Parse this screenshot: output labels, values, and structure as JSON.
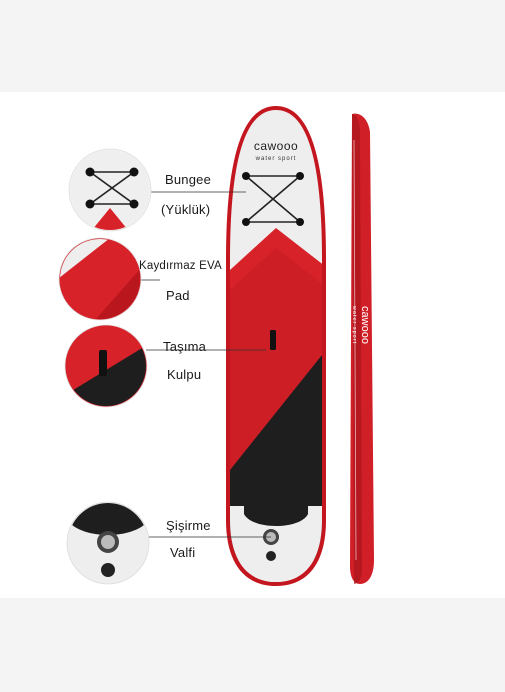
{
  "brand": {
    "logo_text": "cawooo",
    "tagline": "water sport",
    "accent_red": "#d8222a",
    "dark": "#1e1e1e",
    "board_white": "#f2f2f2"
  },
  "callouts": [
    {
      "line1": "Bungee",
      "line2": "(Yüklük)"
    },
    {
      "line1": "Kaydırmaz  EVA",
      "line2": "Pad"
    },
    {
      "line1": "Taşıma",
      "line2": "Kulpu"
    },
    {
      "line1": "Şişirme",
      "line2": "Valfi"
    }
  ]
}
